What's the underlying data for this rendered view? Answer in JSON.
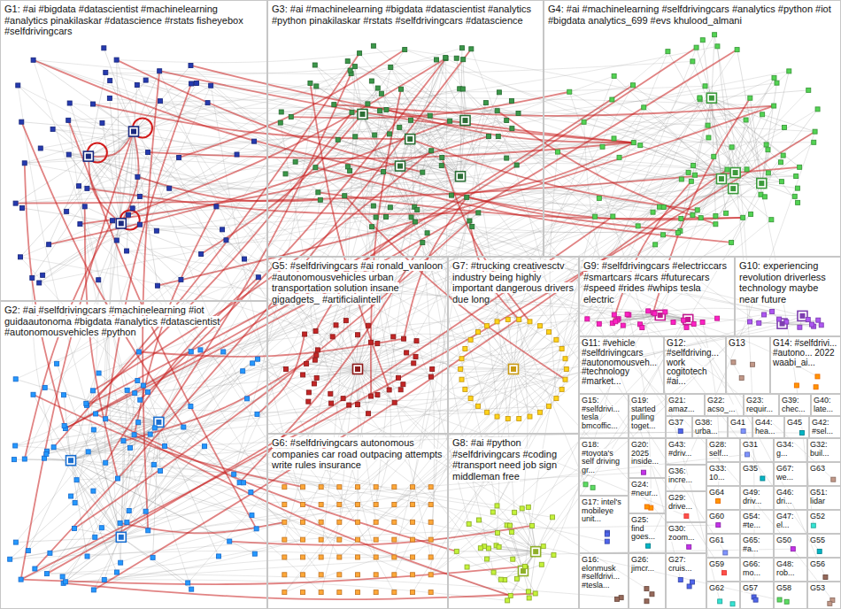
{
  "diagram": {
    "nodes": [
      {
        "text": [
          "G1: #ai #bigdata #datascientist #machinelearning #analytics pinakilaskar #datascience #rstats fisheyebox #selfdrivingcars"
        ]
      },
      {
        "text": [
          "G2: #ai #selfdrivingcars #machinelearning #iot guidaautonoma #bigdata #analytics #datascientist #autonomousvehicles #python"
        ]
      },
      {
        "text": [
          "G3: #ai #machinelearning #bigdata #datascientist #analytics #python pinakilaskar #rstats #selfdrivingcars #datascience"
        ]
      },
      {
        "text": [
          "G4: #ai #machinelearning #selfdrivingcars #analytics #python #iot #bigdata analytics_699 #evs khulood_almani"
        ]
      },
      {
        "text": [
          "G5: #selfdrivingcars #ai ronald_vanloon #autonomousvehicles urban transportation solution insane gigadgets_ #artificialintell"
        ]
      },
      {
        "text": [
          "G6: #selfdrivingcars autonomous companies car road outpacing attempts write rules insurance"
        ]
      },
      {
        "text": [
          "G7: #trucking creativesctv industry being highly important dangerous drivers due long"
        ]
      },
      {
        "text": [
          "G8: #ai #python #selfdrivingcars #coding #transport need job sign middleman free"
        ]
      },
      {
        "text": [
          "G9: #selfdrivingcars #electriccars #smartcars #cars #futurecars #speed #rides #whips tesla electric"
        ]
      },
      {
        "text": [
          "G10: experiencing revolution driverless technology maybe near future"
        ]
      },
      {
        "text": [
          "G11: #vehicle #selfdrivingcars #autonomousveh... #technology #market..."
        ]
      },
      {
        "text": [
          "G12: #selfdriving... work cogitotech #ai..."
        ]
      },
      {
        "text": [
          "G13"
        ]
      },
      {
        "text": [
          "G14: #selfdrivi... #autono... 2022 waabi_ai..."
        ]
      },
      {
        "text": [
          "G15: #selfdrivi... tesla bmcoffic..."
        ]
      },
      {
        "text": [
          "G16: elonmusk #selfdrivi... #tesla..."
        ]
      },
      {
        "text": [
          "G17: intel's mobileye unit..."
        ]
      },
      {
        "text": [
          "G18: #toyota's self driving gr..."
        ]
      },
      {
        "text": [
          "G19: started pulling toget..."
        ]
      },
      {
        "text": [
          "G20: 2025 inside..."
        ]
      },
      {
        "text": [
          "G21: amaz..."
        ]
      },
      {
        "text": [
          "G22: acso_..."
        ]
      },
      {
        "text": [
          "G23: requir..."
        ]
      },
      {
        "text": [
          "G24: #neur..."
        ]
      },
      {
        "text": [
          "G25: find goes..."
        ]
      },
      {
        "text": [
          "G26: jimcr..."
        ]
      },
      {
        "text": [
          "G27: cruis..."
        ]
      },
      {
        "text": [
          "G28: self..."
        ]
      },
      {
        "text": [
          "G29: drive..."
        ]
      },
      {
        "text": [
          "G30: zoom..."
        ]
      },
      {
        "text": [
          "G31"
        ]
      },
      {
        "text": [
          "G32: buil..."
        ]
      },
      {
        "text": [
          "G33: 10..."
        ]
      },
      {
        "text": [
          "G34: g..."
        ]
      },
      {
        "text": [
          "G35"
        ]
      },
      {
        "text": [
          "G36: incre..."
        ]
      },
      {
        "text": [
          "G37"
        ]
      },
      {
        "text": [
          "G38: urba..."
        ]
      },
      {
        "text": [
          "G39: chec..."
        ]
      },
      {
        "text": [
          "G40: late..."
        ]
      },
      {
        "text": [
          "G41"
        ]
      },
      {
        "text": [
          "G42: #sel..."
        ]
      },
      {
        "text": [
          "G43: #driv..."
        ]
      },
      {
        "text": [
          "G44: hea..."
        ]
      },
      {
        "text": [
          "G45"
        ]
      },
      {
        "text": [
          "G46: dri..."
        ]
      },
      {
        "text": [
          "G47: el..."
        ]
      },
      {
        "text": [
          "G48: rob..."
        ]
      },
      {
        "text": [
          "G49: driv..."
        ]
      },
      {
        "text": [
          "G50"
        ]
      },
      {
        "text": [
          "G51: lidar"
        ]
      },
      {
        "text": [
          "G52"
        ]
      },
      {
        "text": [
          "G53"
        ]
      },
      {
        "text": [
          "G54: #te..."
        ]
      },
      {
        "text": [
          "G55"
        ]
      },
      {
        "text": [
          "G56"
        ]
      },
      {
        "text": [
          "G57"
        ]
      },
      {
        "text": [
          "G58"
        ]
      },
      {
        "text": [
          "G59"
        ]
      },
      {
        "text": [
          "G60"
        ]
      },
      {
        "text": [
          "G61"
        ]
      },
      {
        "text": [
          "G62"
        ]
      },
      {
        "text": [
          "G63"
        ]
      },
      {
        "text": [
          "G64"
        ]
      },
      {
        "text": [
          "G65: #a..."
        ]
      },
      {
        "text": [
          "G66: mo..."
        ]
      },
      {
        "text": [
          "G67: we..."
        ]
      }
    ]
  }
}
